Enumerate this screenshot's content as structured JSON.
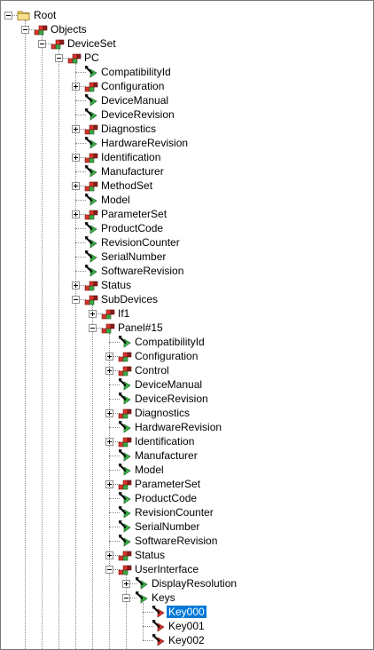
{
  "tree": [
    {
      "label": "Root",
      "level": 0,
      "icon": "folder-icon",
      "expander": "expanded"
    },
    {
      "label": "Objects",
      "level": 1,
      "icon": "object-icon",
      "expander": "expanded"
    },
    {
      "label": "DeviceSet",
      "level": 2,
      "icon": "object-icon",
      "expander": "expanded"
    },
    {
      "label": "PC",
      "level": 3,
      "icon": "object-icon",
      "expander": "expanded"
    },
    {
      "label": "CompatibilityId",
      "level": 4,
      "icon": "variable-icon",
      "expander": "none"
    },
    {
      "label": "Configuration",
      "level": 4,
      "icon": "object-icon",
      "expander": "collapsed"
    },
    {
      "label": "DeviceManual",
      "level": 4,
      "icon": "variable-icon",
      "expander": "none"
    },
    {
      "label": "DeviceRevision",
      "level": 4,
      "icon": "variable-icon",
      "expander": "none"
    },
    {
      "label": "Diagnostics",
      "level": 4,
      "icon": "object-icon",
      "expander": "collapsed"
    },
    {
      "label": "HardwareRevision",
      "level": 4,
      "icon": "variable-icon",
      "expander": "none"
    },
    {
      "label": "Identification",
      "level": 4,
      "icon": "object-icon",
      "expander": "collapsed"
    },
    {
      "label": "Manufacturer",
      "level": 4,
      "icon": "variable-icon",
      "expander": "none"
    },
    {
      "label": "MethodSet",
      "level": 4,
      "icon": "object-icon",
      "expander": "collapsed"
    },
    {
      "label": "Model",
      "level": 4,
      "icon": "variable-icon",
      "expander": "none"
    },
    {
      "label": "ParameterSet",
      "level": 4,
      "icon": "object-icon",
      "expander": "collapsed"
    },
    {
      "label": "ProductCode",
      "level": 4,
      "icon": "variable-icon",
      "expander": "none"
    },
    {
      "label": "RevisionCounter",
      "level": 4,
      "icon": "variable-icon",
      "expander": "none"
    },
    {
      "label": "SerialNumber",
      "level": 4,
      "icon": "variable-icon",
      "expander": "none"
    },
    {
      "label": "SoftwareRevision",
      "level": 4,
      "icon": "variable-icon",
      "expander": "none"
    },
    {
      "label": "Status",
      "level": 4,
      "icon": "object-icon",
      "expander": "collapsed"
    },
    {
      "label": "SubDevices",
      "level": 4,
      "icon": "object-icon",
      "expander": "expanded"
    },
    {
      "label": "If1",
      "level": 5,
      "icon": "object-icon",
      "expander": "collapsed"
    },
    {
      "label": "Panel#15",
      "level": 5,
      "icon": "object-icon",
      "expander": "expanded"
    },
    {
      "label": "CompatibilityId",
      "level": 6,
      "icon": "variable-icon",
      "expander": "none"
    },
    {
      "label": "Configuration",
      "level": 6,
      "icon": "object-icon",
      "expander": "collapsed"
    },
    {
      "label": "Control",
      "level": 6,
      "icon": "object-icon",
      "expander": "collapsed"
    },
    {
      "label": "DeviceManual",
      "level": 6,
      "icon": "variable-icon",
      "expander": "none"
    },
    {
      "label": "DeviceRevision",
      "level": 6,
      "icon": "variable-icon",
      "expander": "none"
    },
    {
      "label": "Diagnostics",
      "level": 6,
      "icon": "object-icon",
      "expander": "collapsed"
    },
    {
      "label": "HardwareRevision",
      "level": 6,
      "icon": "variable-icon",
      "expander": "none"
    },
    {
      "label": "Identification",
      "level": 6,
      "icon": "object-icon",
      "expander": "collapsed"
    },
    {
      "label": "Manufacturer",
      "level": 6,
      "icon": "variable-icon",
      "expander": "none"
    },
    {
      "label": "Model",
      "level": 6,
      "icon": "variable-icon",
      "expander": "none"
    },
    {
      "label": "ParameterSet",
      "level": 6,
      "icon": "object-icon",
      "expander": "collapsed"
    },
    {
      "label": "ProductCode",
      "level": 6,
      "icon": "variable-icon",
      "expander": "none"
    },
    {
      "label": "RevisionCounter",
      "level": 6,
      "icon": "variable-icon",
      "expander": "none"
    },
    {
      "label": "SerialNumber",
      "level": 6,
      "icon": "variable-icon",
      "expander": "none"
    },
    {
      "label": "SoftwareRevision",
      "level": 6,
      "icon": "variable-icon",
      "expander": "none"
    },
    {
      "label": "Status",
      "level": 6,
      "icon": "object-icon",
      "expander": "collapsed"
    },
    {
      "label": "UserInterface",
      "level": 6,
      "icon": "object-icon",
      "expander": "expanded"
    },
    {
      "label": "DisplayResolution",
      "level": 7,
      "icon": "variable-icon",
      "expander": "collapsed"
    },
    {
      "label": "Keys",
      "level": 7,
      "icon": "variable-icon",
      "expander": "expanded"
    },
    {
      "label": "Key000",
      "level": 8,
      "icon": "variable-red-icon",
      "expander": "none",
      "selected": true
    },
    {
      "label": "Key001",
      "level": 8,
      "icon": "variable-red-icon",
      "expander": "none"
    },
    {
      "label": "Key002",
      "level": 8,
      "icon": "variable-red-icon",
      "expander": "none"
    }
  ],
  "colors": {
    "selection": "#0078d7",
    "object_red": "#d8342c",
    "object_green": "#3aa845",
    "variable_green": "#3ab54a",
    "folder": "#e6c35c"
  }
}
